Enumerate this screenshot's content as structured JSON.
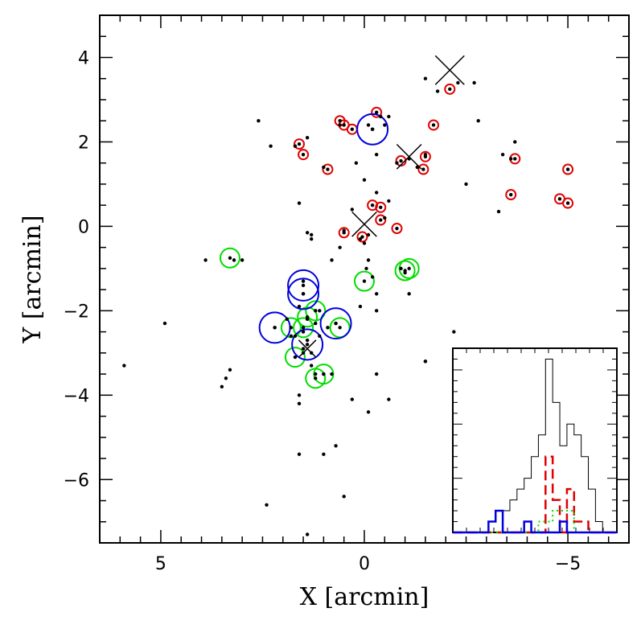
{
  "chart_data": {
    "type": "scatter",
    "xlabel": "X [arcmin]",
    "ylabel": "Y [arcmin]",
    "xlim": [
      6.5,
      -6.5
    ],
    "ylim": [
      -7.5,
      5.0
    ],
    "x_ticks": [
      5,
      0,
      -5
    ],
    "x_tick_labels": [
      "5",
      "0",
      "−5"
    ],
    "y_ticks": [
      4,
      2,
      0,
      -2,
      -4,
      -6
    ],
    "y_tick_labels": [
      "4",
      "2",
      "0",
      "−2",
      "−4",
      "−6"
    ],
    "grid": false,
    "colors": {
      "points": "#000000",
      "red_markers": "#e00000",
      "blue_markers": "#0000dd",
      "green_markers": "#00dd00",
      "crosses": "#000000",
      "hist_total": "#000000"
    },
    "points": [
      [
        -0.2,
        2.3
      ],
      [
        -0.3,
        1.7
      ],
      [
        -0.1,
        2.4
      ],
      [
        -0.5,
        2.4
      ],
      [
        -0.6,
        2.6
      ],
      [
        0.6,
        2.4
      ],
      [
        -0.4,
        2.6
      ],
      [
        1.7,
        1.9
      ],
      [
        1.4,
        2.1
      ],
      [
        2.6,
        2.5
      ],
      [
        2.3,
        1.9
      ],
      [
        1.0,
        1.4
      ],
      [
        0.2,
        1.5
      ],
      [
        -0.3,
        0.8
      ],
      [
        0.0,
        1.1
      ],
      [
        0.3,
        0.4
      ],
      [
        -0.6,
        0.6
      ],
      [
        -0.5,
        0.2
      ],
      [
        -0.1,
        -0.2
      ],
      [
        0.1,
        -0.3
      ],
      [
        0.0,
        -0.4
      ],
      [
        0.5,
        -0.1
      ],
      [
        0.6,
        -0.5
      ],
      [
        0.8,
        -0.8
      ],
      [
        1.3,
        -0.2
      ],
      [
        1.4,
        -0.15
      ],
      [
        1.3,
        -0.3
      ],
      [
        1.6,
        0.55
      ],
      [
        -0.1,
        -0.8
      ],
      [
        -0.05,
        -1.0
      ],
      [
        -0.2,
        -1.2
      ],
      [
        -0.3,
        -1.6
      ],
      [
        -0.3,
        -2.0
      ],
      [
        0.1,
        -1.9
      ],
      [
        3.2,
        -0.8
      ],
      [
        3.9,
        -0.8
      ],
      [
        3.0,
        -0.8
      ],
      [
        1.5,
        -1.3
      ],
      [
        1.5,
        -1.6
      ],
      [
        1.6,
        -1.9
      ],
      [
        1.4,
        -2.2
      ],
      [
        1.5,
        -2.5
      ],
      [
        1.7,
        -2.6
      ],
      [
        1.4,
        -2.7
      ],
      [
        1.2,
        -2.3
      ],
      [
        1.1,
        -2.0
      ],
      [
        0.9,
        -2.4
      ],
      [
        0.7,
        -2.3
      ],
      [
        1.1,
        -2.6
      ],
      [
        1.5,
        -2.9
      ],
      [
        1.3,
        -3.0
      ],
      [
        1.3,
        -3.3
      ],
      [
        1.2,
        -3.5
      ],
      [
        1.0,
        -3.5
      ],
      [
        1.5,
        -3.0
      ],
      [
        1.8,
        -2.6
      ],
      [
        1.9,
        -2.2
      ],
      [
        2.2,
        -2.4
      ],
      [
        3.3,
        -3.4
      ],
      [
        3.4,
        -3.6
      ],
      [
        3.5,
        -3.8
      ],
      [
        5.9,
        -3.3
      ],
      [
        4.9,
        -2.3
      ],
      [
        1.6,
        -4.0
      ],
      [
        1.6,
        -4.2
      ],
      [
        0.3,
        -4.1
      ],
      [
        -0.1,
        -4.4
      ],
      [
        -0.6,
        -4.1
      ],
      [
        -2.2,
        -2.5
      ],
      [
        -1.5,
        -3.2
      ],
      [
        -0.3,
        -3.5
      ],
      [
        0.8,
        -3.5
      ],
      [
        1.6,
        -5.4
      ],
      [
        1.0,
        -5.4
      ],
      [
        0.7,
        -5.2
      ],
      [
        2.4,
        -6.6
      ],
      [
        0.5,
        -6.4
      ],
      [
        1.4,
        -7.3
      ],
      [
        -1.5,
        3.5
      ],
      [
        -1.8,
        3.2
      ],
      [
        -2.3,
        3.4
      ],
      [
        -2.7,
        3.4
      ],
      [
        -2.8,
        2.5
      ],
      [
        -3.7,
        2.0
      ],
      [
        -3.6,
        1.6
      ],
      [
        -3.4,
        1.7
      ],
      [
        -2.5,
        1.0
      ],
      [
        -3.3,
        0.35
      ],
      [
        -1.1,
        1.6
      ],
      [
        -0.8,
        1.5
      ],
      [
        -1.0,
        -1.1
      ],
      [
        -0.9,
        -1.0
      ],
      [
        -1.5,
        -3.2
      ],
      [
        -1.1,
        -1.6
      ],
      [
        -1.5,
        1.7
      ],
      [
        -1.3,
        1.4
      ]
    ],
    "red_markers": [
      [
        0.6,
        2.5
      ],
      [
        0.5,
        2.4
      ],
      [
        0.3,
        2.3
      ],
      [
        -0.3,
        2.7
      ],
      [
        1.6,
        1.95
      ],
      [
        1.5,
        1.7
      ],
      [
        0.9,
        1.35
      ],
      [
        -0.2,
        0.5
      ],
      [
        -0.4,
        0.45
      ],
      [
        -0.4,
        0.15
      ],
      [
        0.5,
        -0.15
      ],
      [
        0.05,
        -0.25
      ],
      [
        -0.8,
        -0.05
      ],
      [
        -0.9,
        1.55
      ],
      [
        -1.5,
        1.65
      ],
      [
        -1.45,
        1.35
      ],
      [
        -1.7,
        2.4
      ],
      [
        -2.1,
        3.25
      ],
      [
        -3.7,
        1.6
      ],
      [
        -3.6,
        0.75
      ],
      [
        -4.8,
        0.65
      ],
      [
        -5.0,
        0.55
      ],
      [
        -5.0,
        1.35
      ]
    ],
    "blue_markers": [
      [
        -0.2,
        2.3
      ],
      [
        1.5,
        -1.4
      ],
      [
        1.5,
        -1.6
      ],
      [
        2.2,
        -2.4
      ],
      [
        0.7,
        -2.3
      ],
      [
        1.4,
        -2.8
      ]
    ],
    "green_markers": [
      [
        3.3,
        -0.75
      ],
      [
        0.0,
        -1.3
      ],
      [
        -1.0,
        -1.05
      ],
      [
        -1.1,
        -1.0
      ],
      [
        1.2,
        -2.0
      ],
      [
        1.4,
        -2.15
      ],
      [
        1.8,
        -2.4
      ],
      [
        1.5,
        -2.4
      ],
      [
        0.6,
        -2.4
      ],
      [
        1.7,
        -3.1
      ],
      [
        1.2,
        -3.6
      ],
      [
        1.0,
        -3.5
      ]
    ],
    "crosses": [
      {
        "x": -2.1,
        "y": 3.7,
        "size": 1.0
      },
      {
        "x": -1.1,
        "y": 1.65,
        "size": 0.85
      },
      {
        "x": 0.0,
        "y": 0.05,
        "size": 0.85
      },
      {
        "x": 1.4,
        "y": -2.9,
        "size": 0.6
      }
    ],
    "inset_histogram": {
      "bins": 23,
      "total": [
        0,
        0,
        0,
        0,
        0,
        1,
        2,
        2,
        3,
        4,
        5,
        7,
        9,
        16,
        12,
        8,
        10,
        9,
        7,
        4,
        1,
        0,
        0
      ],
      "red": [
        0,
        0,
        0,
        0,
        0,
        0,
        0,
        0,
        0,
        0,
        0,
        0,
        0,
        7,
        3,
        0,
        4,
        1,
        1,
        0,
        0,
        0,
        0
      ],
      "green": [
        0,
        0,
        0,
        0,
        0,
        0,
        0,
        0,
        0,
        0,
        0,
        0,
        1,
        1,
        2,
        2,
        2,
        0,
        0,
        0,
        0,
        0,
        0
      ],
      "blue": [
        0,
        0,
        0,
        0,
        0,
        1,
        2,
        0,
        0,
        0,
        1,
        0,
        0,
        0,
        0,
        1,
        0,
        0,
        0,
        0,
        0,
        0,
        0
      ],
      "ymax": 17
    }
  }
}
